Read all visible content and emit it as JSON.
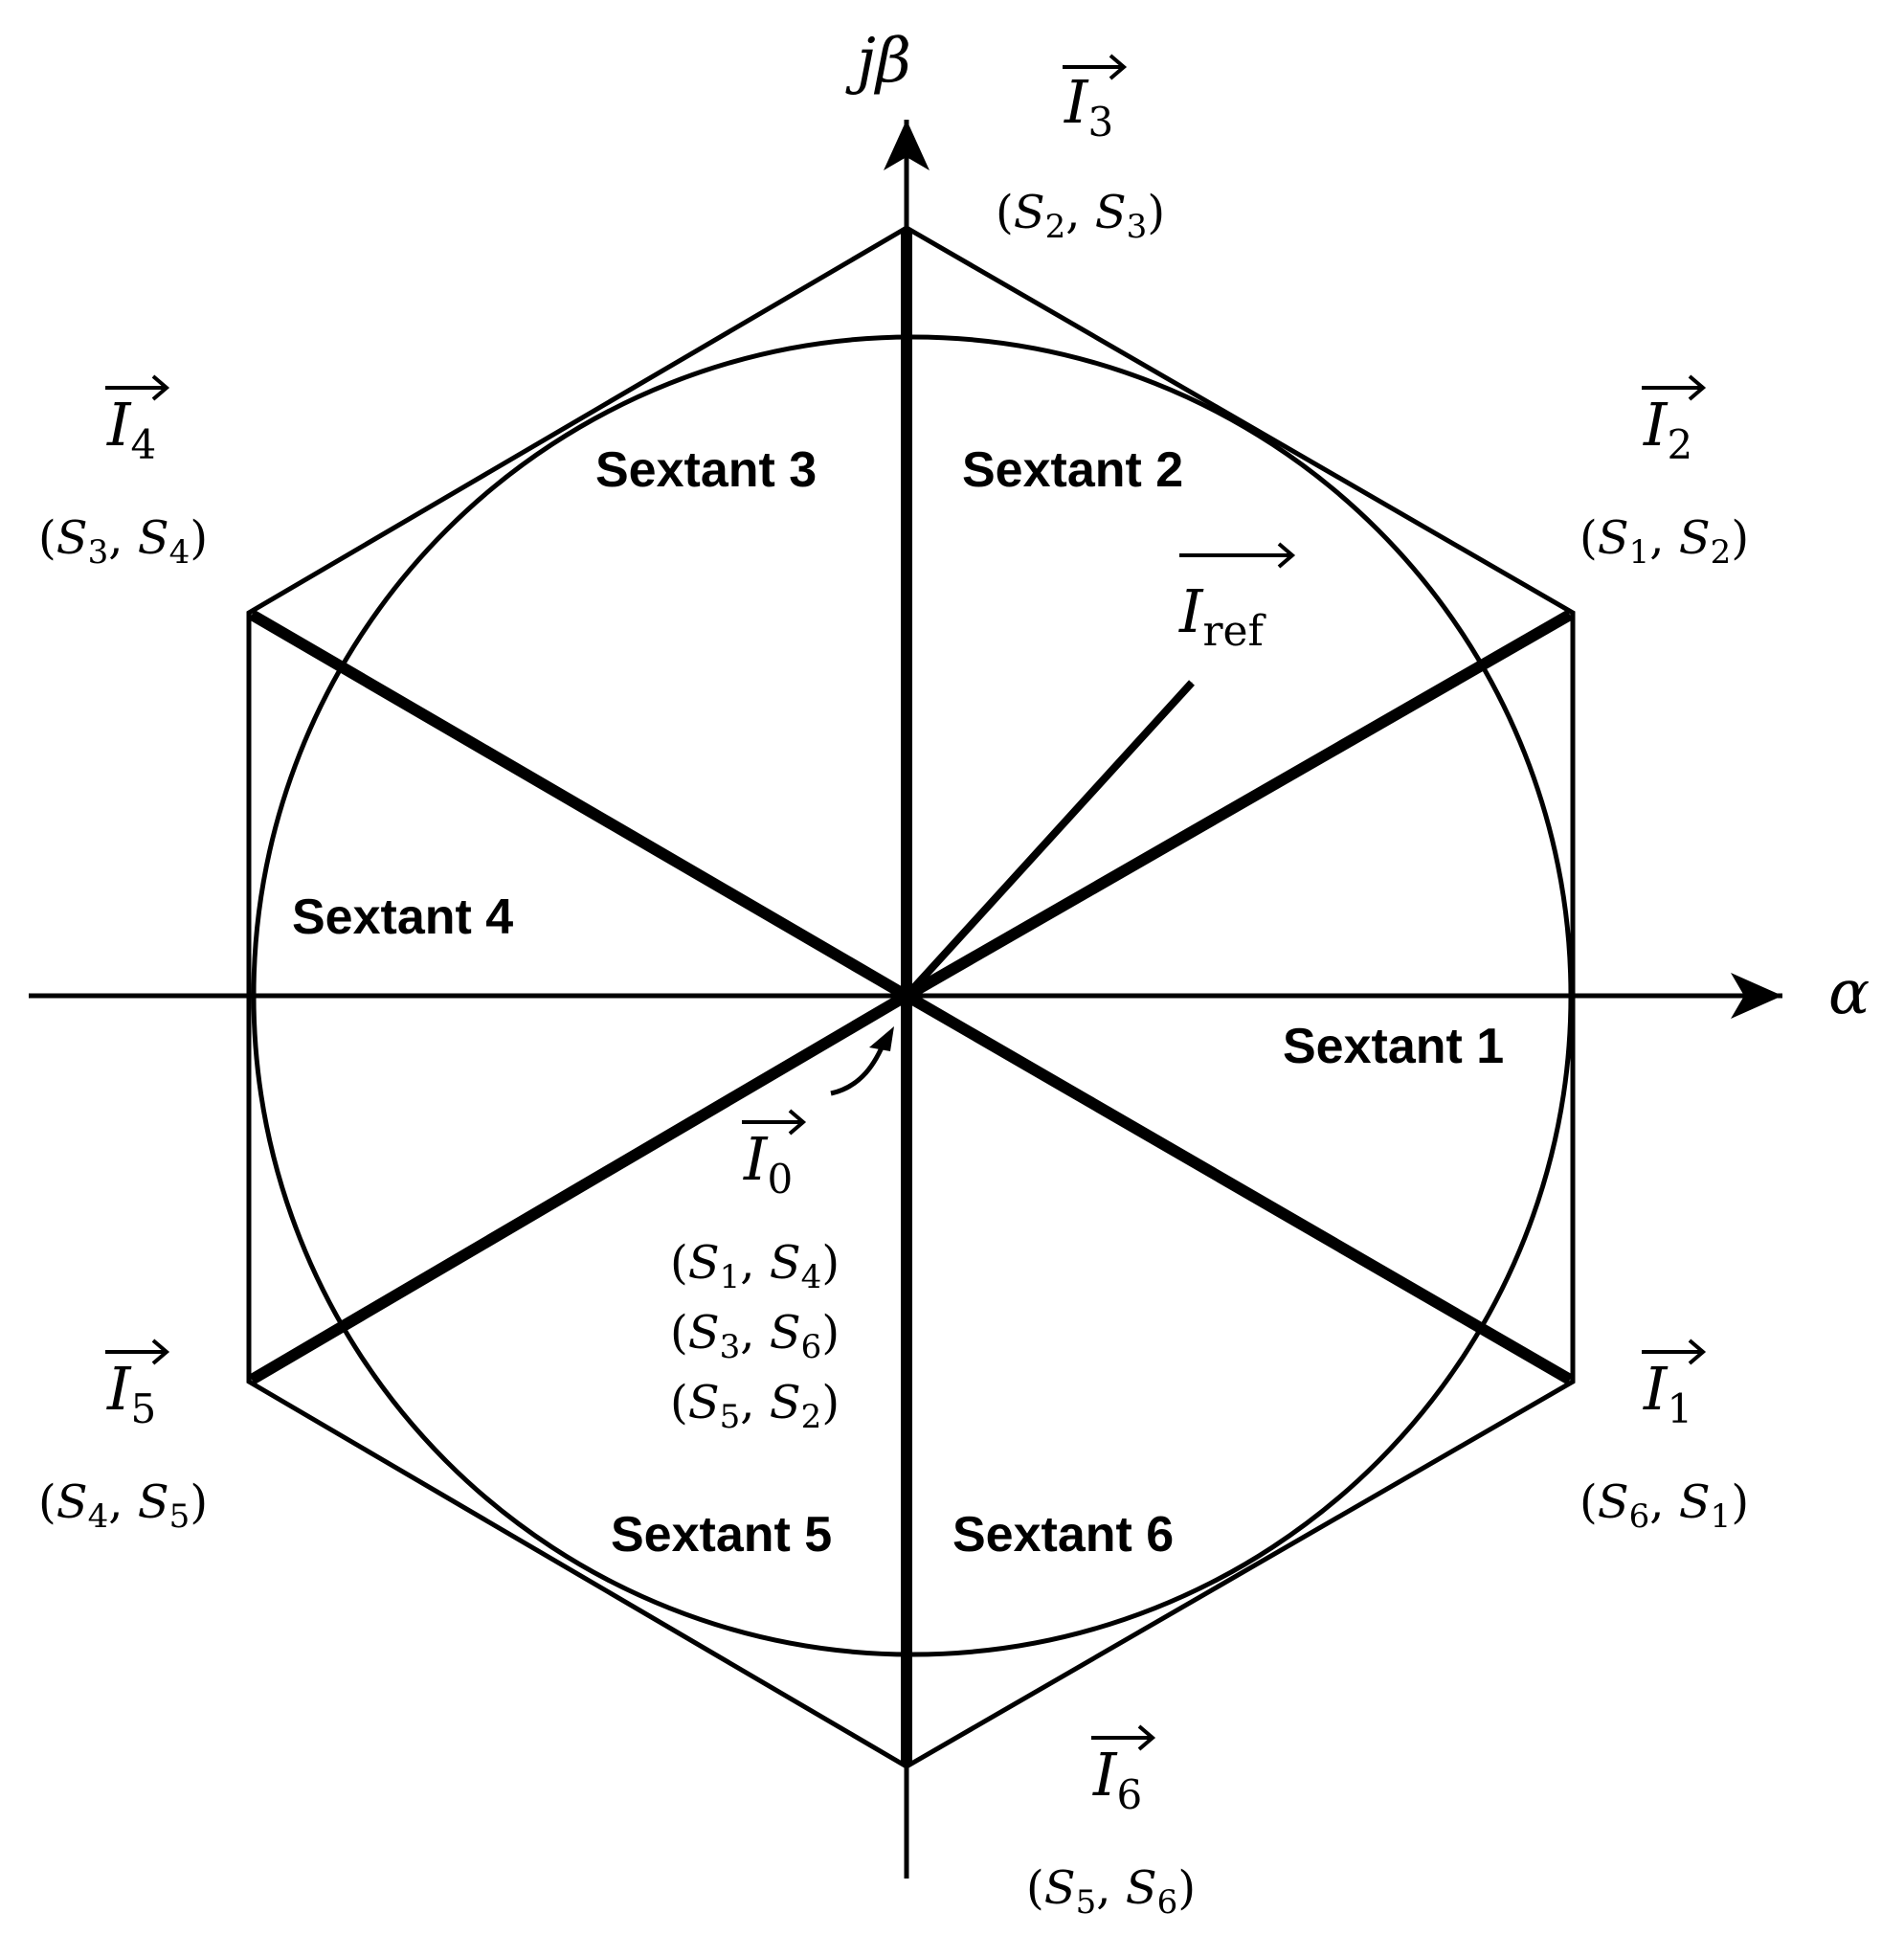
{
  "axes": {
    "horizontal_label": "α",
    "vertical_label": "jβ"
  },
  "sextants": [
    {
      "id": "1",
      "label": "Sextant 1"
    },
    {
      "id": "2",
      "label": "Sextant 2"
    },
    {
      "id": "3",
      "label": "Sextant 3"
    },
    {
      "id": "4",
      "label": "Sextant 4"
    },
    {
      "id": "5",
      "label": "Sextant 5"
    },
    {
      "id": "6",
      "label": "Sextant 6"
    }
  ],
  "vectors": [
    {
      "id": "1",
      "base": "I",
      "sub": "1",
      "switches": [
        {
          "a": "6",
          "b": "1"
        }
      ]
    },
    {
      "id": "2",
      "base": "I",
      "sub": "2",
      "switches": [
        {
          "a": "1",
          "b": "2"
        }
      ]
    },
    {
      "id": "3",
      "base": "I",
      "sub": "3",
      "switches": [
        {
          "a": "2",
          "b": "3"
        }
      ]
    },
    {
      "id": "4",
      "base": "I",
      "sub": "4",
      "switches": [
        {
          "a": "3",
          "b": "4"
        }
      ]
    },
    {
      "id": "5",
      "base": "I",
      "sub": "5",
      "switches": [
        {
          "a": "4",
          "b": "5"
        }
      ]
    },
    {
      "id": "6",
      "base": "I",
      "sub": "6",
      "switches": [
        {
          "a": "5",
          "b": "6"
        }
      ]
    },
    {
      "id": "0",
      "base": "I",
      "sub": "0",
      "switches": [
        {
          "a": "1",
          "b": "4"
        },
        {
          "a": "3",
          "b": "6"
        },
        {
          "a": "5",
          "b": "2"
        }
      ]
    }
  ],
  "reference": {
    "base": "I",
    "sub": "ref"
  },
  "switch_symbol": "S"
}
